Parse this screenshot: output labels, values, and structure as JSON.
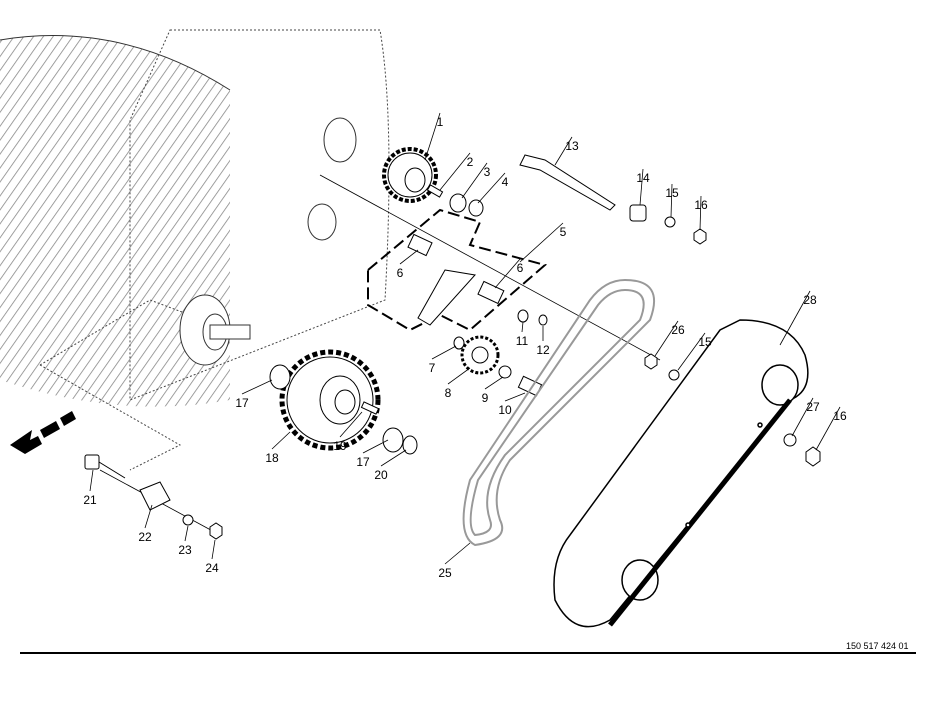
{
  "document_number": "150 517 424 01",
  "callouts": [
    "1",
    "2",
    "3",
    "4",
    "13",
    "14",
    "15",
    "16",
    "5",
    "6",
    "6",
    "11",
    "12",
    "26",
    "15",
    "28",
    "7",
    "8",
    "9",
    "10",
    "17",
    "18",
    "19",
    "17",
    "20",
    "27",
    "16",
    "21",
    "22",
    "23",
    "24",
    "25"
  ]
}
